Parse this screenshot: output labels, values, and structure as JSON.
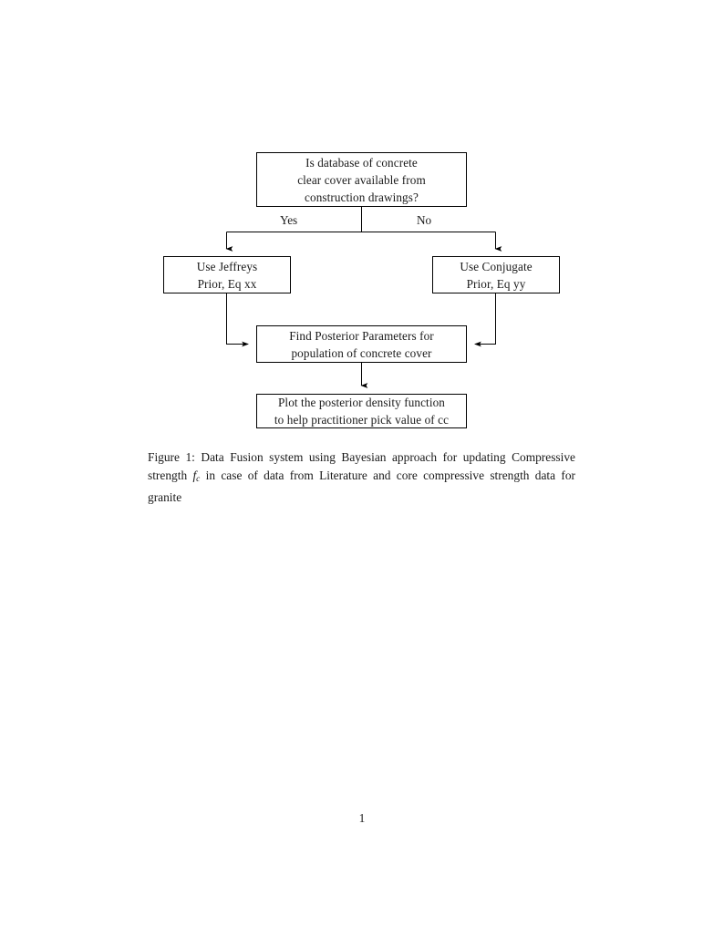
{
  "document": {
    "page_number": "1"
  },
  "figure": {
    "nodes": {
      "question": {
        "lines": [
          "Is database of concrete",
          "clear cover available from",
          "construction drawings?"
        ]
      },
      "jeffreys": {
        "lines": [
          "Use Jeffreys",
          "Prior, Eq xx"
        ]
      },
      "conjugate": {
        "lines": [
          "Use Conjugate",
          "Prior, Eq yy"
        ]
      },
      "posterior": {
        "lines": [
          "Find Posterior Parameters for",
          "population of concrete cover"
        ]
      },
      "plot": {
        "lines": [
          "Plot the posterior density function",
          "to help practitioner pick value of cc"
        ]
      }
    },
    "edges": {
      "yes_label": "Yes",
      "no_label": "No"
    },
    "stroke_color": "#000000"
  },
  "caption": {
    "label": "Figure 1:",
    "text_before_math": " Data Fusion system using Bayesian approach for updating Compressive strength ",
    "math_symbol": "f",
    "math_subscript": "c",
    "text_after_math": " in case of data from Literature and core compressive strength data for granite"
  }
}
